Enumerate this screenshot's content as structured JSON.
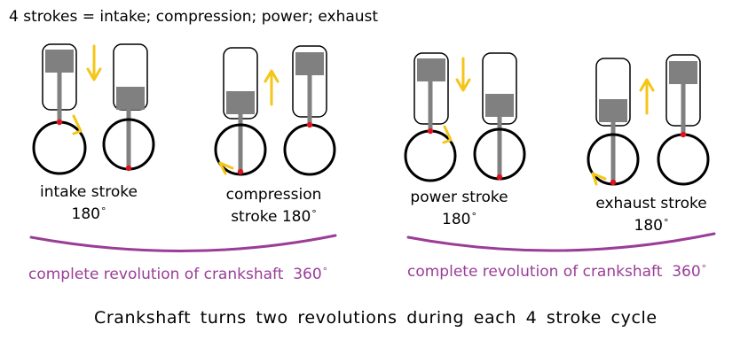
{
  "title": "4 strokes = intake; compression; power; exhaust",
  "strokes": [
    {
      "name": "intake stroke",
      "degrees": "180"
    },
    {
      "name": "compression stroke",
      "degrees": "180"
    },
    {
      "name": "power stroke",
      "degrees": "180"
    },
    {
      "name": "exhaust stroke",
      "degrees": "180"
    }
  ],
  "degree_symbol": "°",
  "revolutions": [
    {
      "text": "complete revolution of crankshaft",
      "degrees": "360"
    },
    {
      "text": "complete revolution of crankshaft",
      "degrees": "360"
    }
  ],
  "footer": "Crankshaft turns two revolutions during each 4 stroke cycle",
  "colors": {
    "piston": "#808080",
    "crank_pin": "#e0141e",
    "arrow": "#f5c518",
    "revolution": "#9a3d96",
    "outline": "#000000"
  }
}
